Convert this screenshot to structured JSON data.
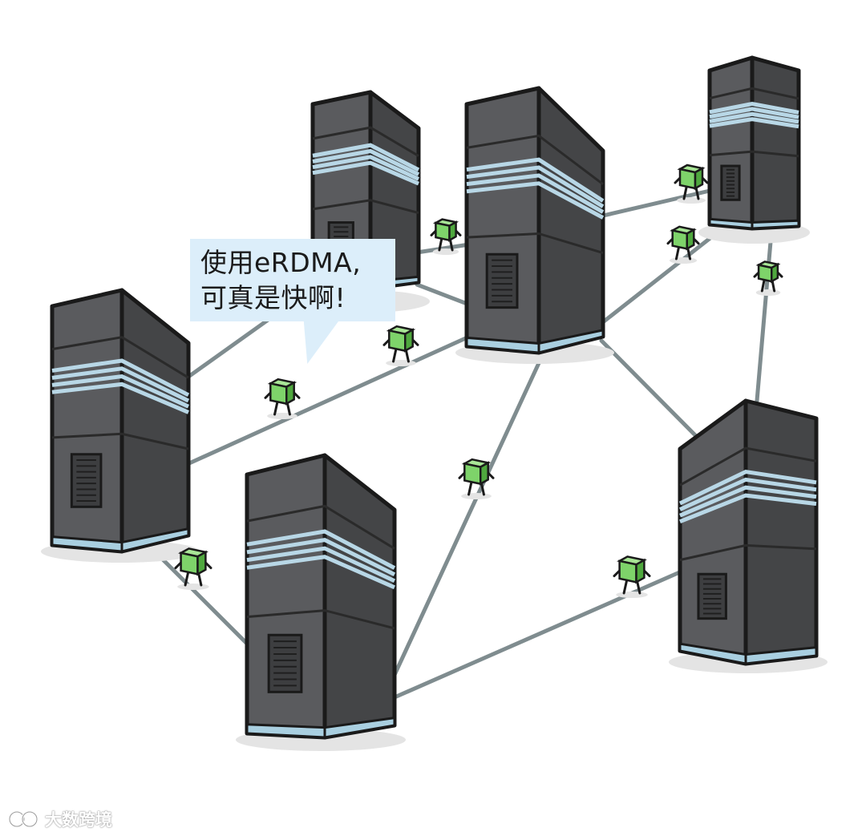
{
  "speech": {
    "line1": "使用eRDMA,",
    "line2": "可真是快啊!"
  },
  "watermark": {
    "icon": "wechat-channel-logo-icon",
    "text": "大数跨境"
  },
  "colors": {
    "server_body": "#5a5b5e",
    "server_side": "#444547",
    "server_top": "#6d6e71",
    "outline": "#1a1a1a",
    "stripe": "#b8d7e6",
    "base_light": "#a9cfe0",
    "link": "#7f8c8f",
    "packet": "#7ed36a",
    "packet_dark": "#4fa83e",
    "bubble": "#dceefa",
    "shadow": "#e4e4e4"
  },
  "servers": [
    {
      "id": "server-top-center-left"
    },
    {
      "id": "server-top-center"
    },
    {
      "id": "server-top-right"
    },
    {
      "id": "server-left"
    },
    {
      "id": "server-bottom-center"
    },
    {
      "id": "server-bottom-right"
    }
  ]
}
